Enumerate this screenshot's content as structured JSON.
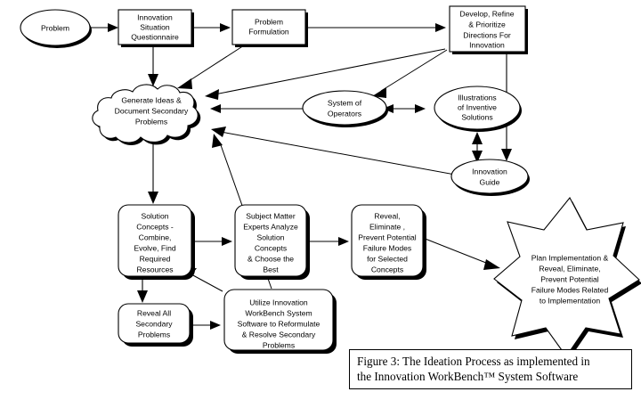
{
  "figure": {
    "caption_line1": "Figure 3: The Ideation Process as implemented in",
    "caption_line2": "the Innovation WorkBench™ System Software"
  },
  "nodes": {
    "problem": {
      "shape": "ellipse",
      "lines": [
        "Problem"
      ]
    },
    "isq": {
      "shape": "rectangle",
      "lines": [
        "Innovation",
        "Situation",
        "Questionnaire"
      ]
    },
    "problem_formulation": {
      "shape": "rectangle",
      "lines": [
        "Problem",
        "Formulation"
      ]
    },
    "develop_refine": {
      "shape": "rectangle",
      "lines": [
        "Develop, Refine",
        "& Prioritize",
        "Directions For",
        "Innovation"
      ]
    },
    "generate_ideas": {
      "shape": "cloud",
      "lines": [
        "Generate Ideas &",
        "Document Secondary",
        "Problems"
      ]
    },
    "system_operators": {
      "shape": "ellipse",
      "lines": [
        "System of",
        "Operators"
      ]
    },
    "illustrations": {
      "shape": "ellipse",
      "lines": [
        "Illustrations",
        "of Inventive",
        "Solutions"
      ]
    },
    "innovation_guide": {
      "shape": "ellipse",
      "lines": [
        "Innovation",
        "Guide"
      ]
    },
    "solution_concepts": {
      "shape": "rounded-rectangle",
      "lines": [
        "Solution",
        "Concepts -",
        "Combine,",
        "Evolve, Find",
        "Required",
        "Resources"
      ]
    },
    "subject_matter": {
      "shape": "rounded-rectangle",
      "lines": [
        "Subject Matter",
        "Experts Analyze",
        "Solution",
        "Concepts",
        "& Choose the",
        "Best"
      ]
    },
    "reveal_eliminate": {
      "shape": "rounded-rectangle",
      "lines": [
        "Reveal,",
        "Eliminate ,",
        "Prevent Potential",
        "Failure Modes",
        "for Selected",
        "Concepts"
      ]
    },
    "reveal_all": {
      "shape": "rounded-rectangle",
      "lines": [
        "Reveal All",
        "Secondary",
        "Problems"
      ]
    },
    "utilize_iwb": {
      "shape": "rounded-rectangle",
      "lines": [
        "Utilize Innovation",
        "WorkBench System",
        "Software to Reformulate",
        "& Resolve Secondary",
        "Problems"
      ]
    },
    "plan_implementation": {
      "shape": "star",
      "lines": [
        "Plan Implementation &",
        "Reveal, Eliminate,",
        "Prevent Potential",
        "Failure Modes Related",
        "to Implementation"
      ]
    }
  },
  "edges": [
    {
      "from": "problem",
      "to": "isq"
    },
    {
      "from": "isq",
      "to": "problem_formulation"
    },
    {
      "from": "isq",
      "to": "generate_ideas"
    },
    {
      "from": "problem_formulation",
      "to": "develop_refine"
    },
    {
      "from": "problem_formulation",
      "to": "generate_ideas"
    },
    {
      "from": "develop_refine",
      "to": "generate_ideas"
    },
    {
      "from": "develop_refine",
      "to": "system_operators"
    },
    {
      "from": "develop_refine",
      "to": "innovation_guide"
    },
    {
      "from": "system_operators",
      "to": "generate_ideas"
    },
    {
      "from": "system_operators",
      "to": "illustrations",
      "bidirectional": true
    },
    {
      "from": "illustrations",
      "to": "innovation_guide",
      "bidirectional": true
    },
    {
      "from": "innovation_guide",
      "to": "generate_ideas"
    },
    {
      "from": "generate_ideas",
      "to": "solution_concepts"
    },
    {
      "from": "solution_concepts",
      "to": "subject_matter"
    },
    {
      "from": "solution_concepts",
      "to": "reveal_all"
    },
    {
      "from": "subject_matter",
      "to": "reveal_eliminate"
    },
    {
      "from": "reveal_eliminate",
      "to": "plan_implementation"
    },
    {
      "from": "reveal_all",
      "to": "utilize_iwb"
    },
    {
      "from": "utilize_iwb",
      "to": "solution_concepts"
    },
    {
      "from": "utilize_iwb",
      "to": "generate_ideas"
    }
  ],
  "colors": {
    "stroke": "#000000",
    "fill": "#ffffff",
    "shadow": "#000000",
    "background": "#ffffff"
  }
}
